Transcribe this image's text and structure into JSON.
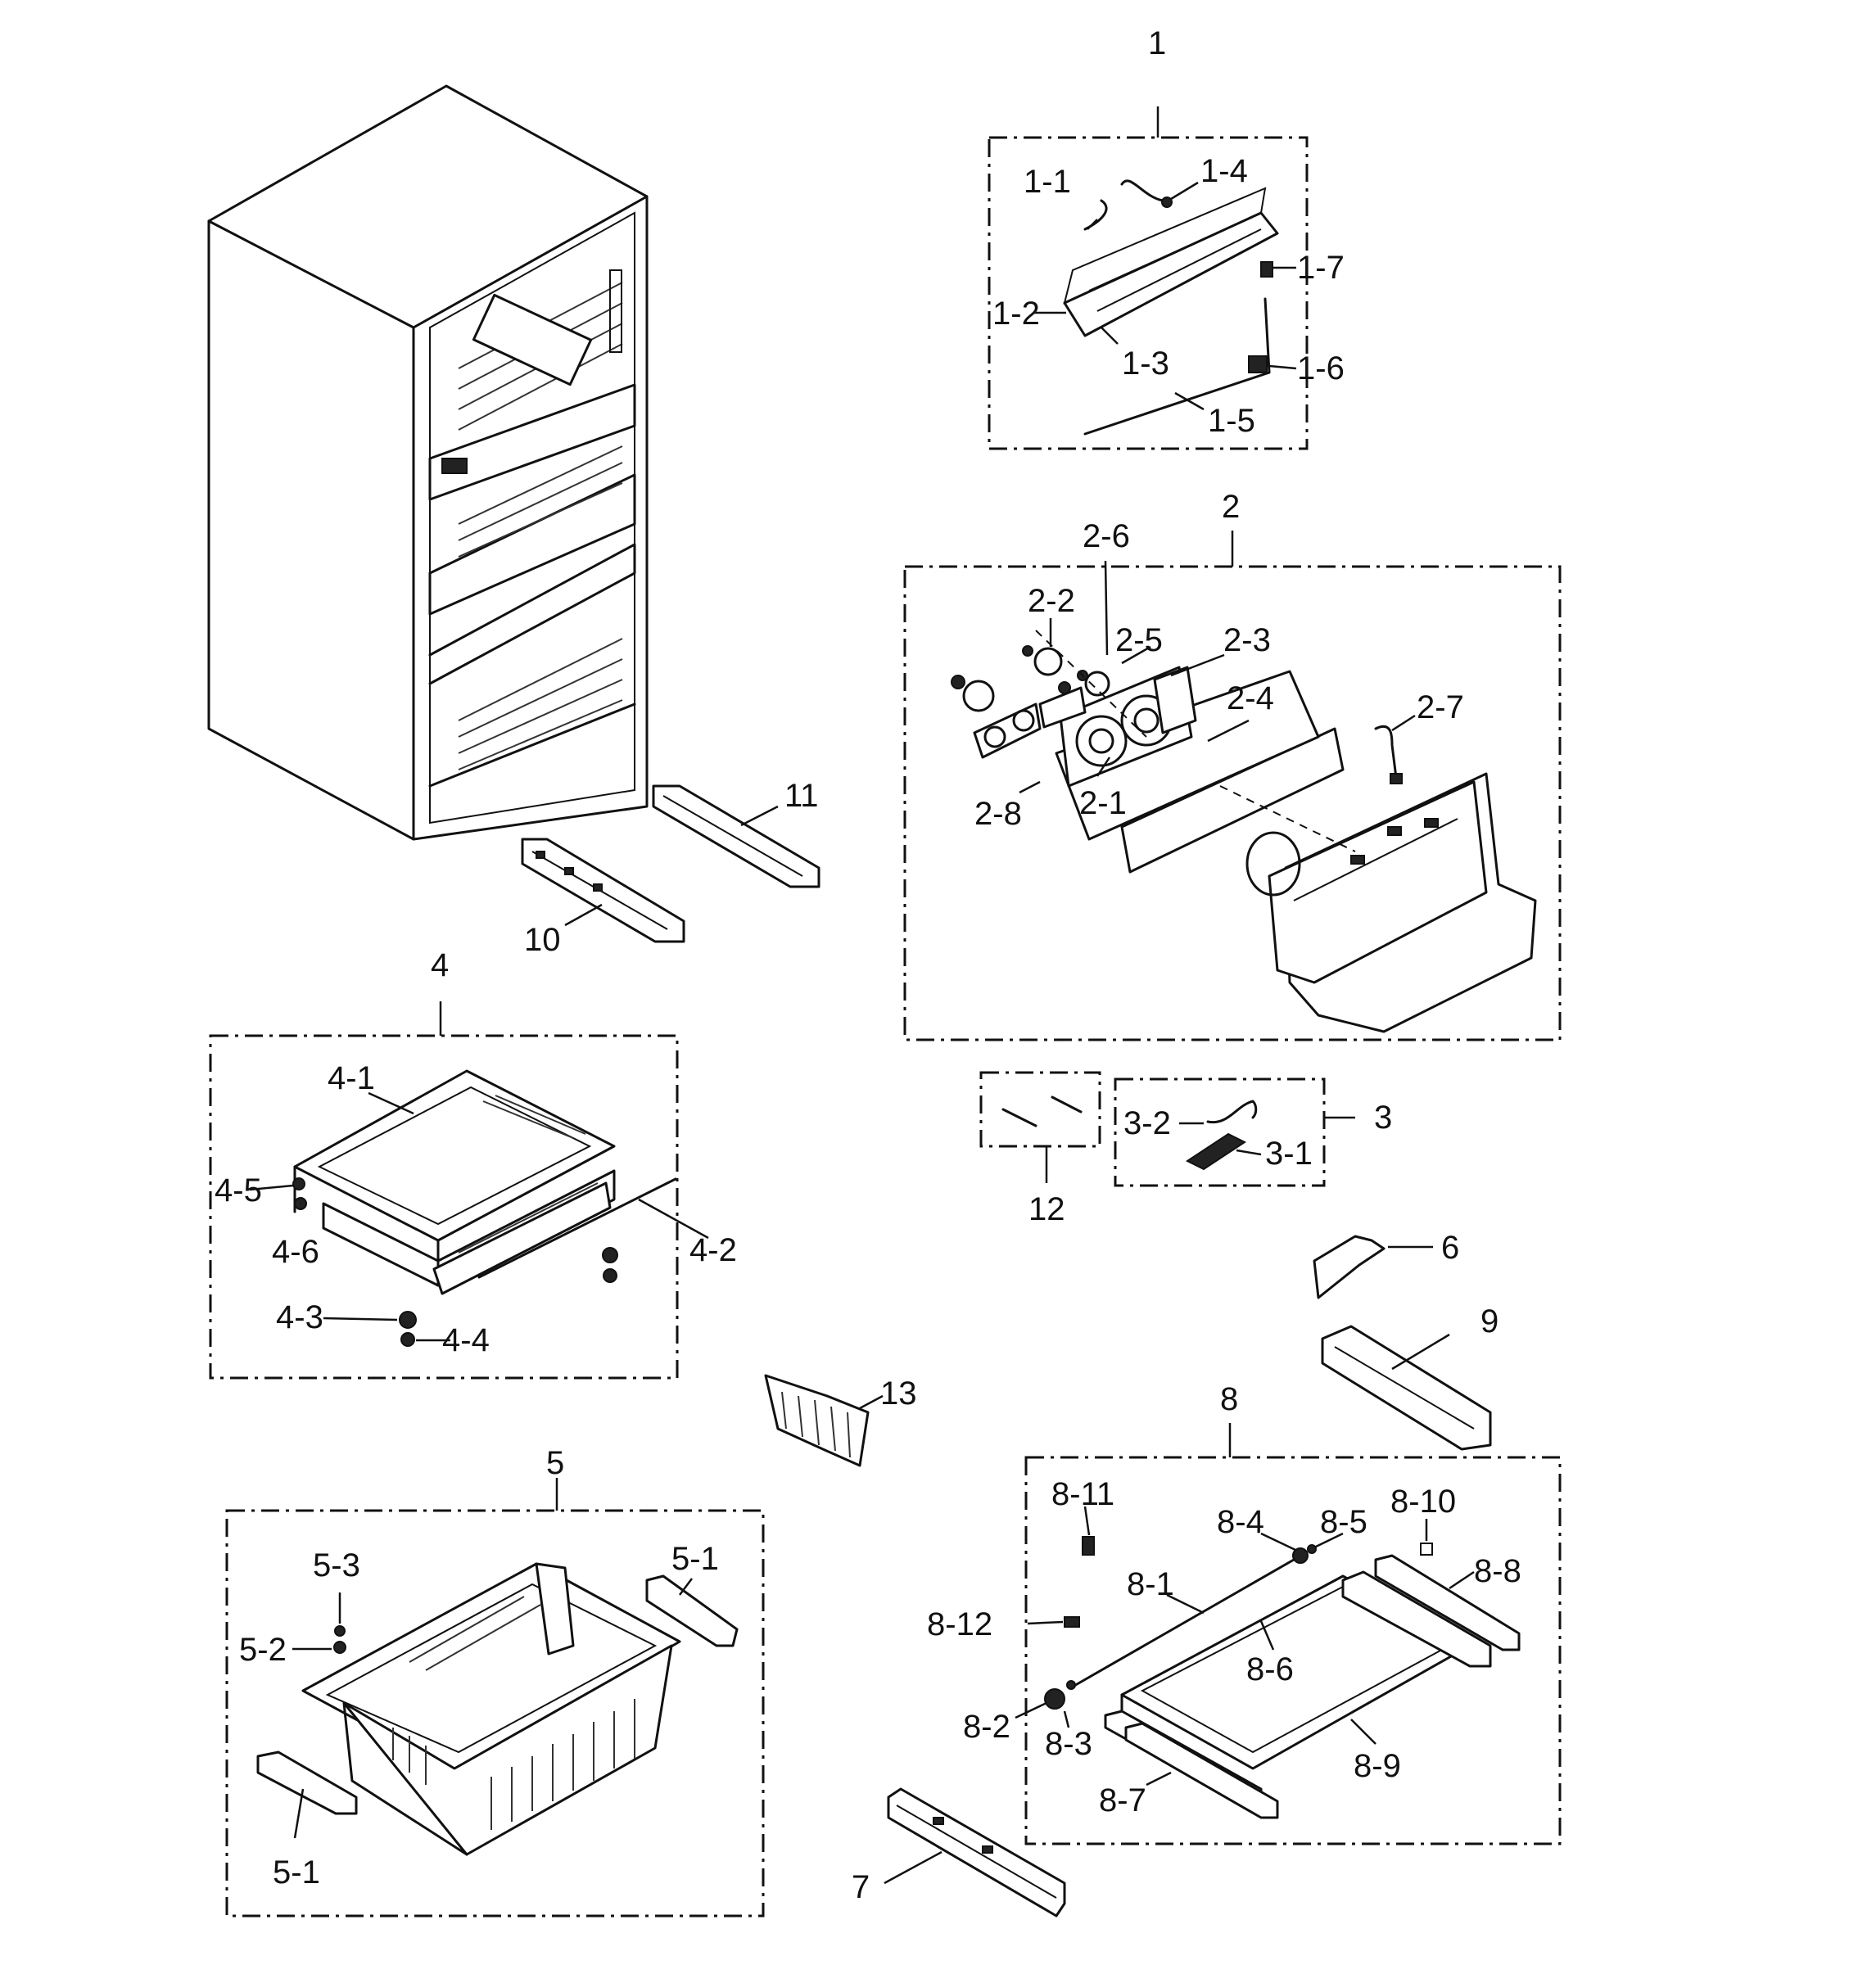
{
  "labels": {
    "p1": "1",
    "p1_1": "1-1",
    "p1_2": "1-2",
    "p1_3": "1-3",
    "p1_4": "1-4",
    "p1_5": "1-5",
    "p1_6": "1-6",
    "p1_7": "1-7",
    "p2": "2",
    "p2_1": "2-1",
    "p2_2": "2-2",
    "p2_3": "2-3",
    "p2_4": "2-4",
    "p2_5": "2-5",
    "p2_6": "2-6",
    "p2_7": "2-7",
    "p2_8": "2-8",
    "p3": "3",
    "p3_1": "3-1",
    "p3_2": "3-2",
    "p4": "4",
    "p4_1": "4-1",
    "p4_2": "4-2",
    "p4_3": "4-3",
    "p4_4": "4-4",
    "p4_5": "4-5",
    "p4_6": "4-6",
    "p5": "5",
    "p5_1a": "5-1",
    "p5_1b": "5-1",
    "p5_2": "5-2",
    "p5_3": "5-3",
    "p6": "6",
    "p7": "7",
    "p8": "8",
    "p8_1": "8-1",
    "p8_2": "8-2",
    "p8_3": "8-3",
    "p8_4": "8-4",
    "p8_5": "8-5",
    "p8_6": "8-6",
    "p8_7": "8-7",
    "p8_8": "8-8",
    "p8_9": "8-9",
    "p8_10": "8-10",
    "p8_11": "8-11",
    "p8_12": "8-12",
    "p9": "9",
    "p10": "10",
    "p11": "11",
    "p12": "12",
    "p13": "13"
  }
}
